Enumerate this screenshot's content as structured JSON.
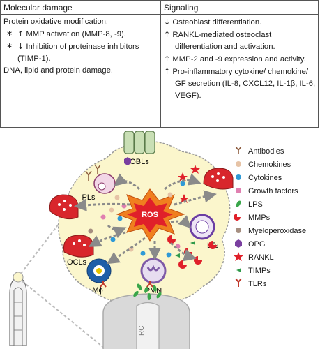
{
  "table": {
    "headers": [
      "Molecular damage",
      "Signaling"
    ],
    "molecular": {
      "line1": "Protein oxidative modification:",
      "item1_star": "∗",
      "item1_arrow": "↑",
      "item1_text": "MMP activation (MMP-8, -9).",
      "item2_star": "∗",
      "item2_arrow": "↓",
      "item2_text": "Inhibition of proteinase inhibitors",
      "item2_text_cont": "(TIMP-1).",
      "line_dna": "DNA, lipid and protein damage."
    },
    "signaling": [
      {
        "arrow": "↓",
        "lines": [
          "Osteoblast differentiation."
        ]
      },
      {
        "arrow": "↑",
        "lines": [
          "RANKL-mediated osteoclast",
          "differentiation and activation."
        ]
      },
      {
        "arrow": "↑",
        "lines": [
          "MMP-2 and -9 expression and activity."
        ]
      },
      {
        "arrow": "↑",
        "lines": [
          "Pro-inflammatory cytokine/ chemokine/",
          "GF secretion (IL-8, CXCL12, IL-1β, IL-6,",
          "VEGF)."
        ]
      }
    ]
  },
  "diagram": {
    "cells": {
      "obls": "OBLs",
      "pls": "PLs",
      "ros": "ROS",
      "lts": "LTs",
      "ocls": "OCLs",
      "mphi": "Mϕ",
      "pmn": "PMN",
      "rc": "RC"
    },
    "colors": {
      "lesion_fill": "#fbf6cc",
      "lesion_stroke": "#9a9a9a",
      "ros_outer": "#f07f1f",
      "ros_inner": "#e0202a",
      "osteoclast": "#d8262c",
      "osteoblast": "#c9dfb5",
      "lymphocyte": "#6b3ea3",
      "macrophage": "#1f5ea8",
      "pmn": "#7e5aa6",
      "arrow": "#8a8a8a"
    },
    "legend": [
      {
        "label": "Antibodies",
        "icon": "antibody-icon",
        "color": "#8b5a3c"
      },
      {
        "label": "Chemokines",
        "icon": "dot-icon",
        "color": "#e6c3a6"
      },
      {
        "label": "Cytokines",
        "icon": "dot-icon",
        "color": "#2f9ad6"
      },
      {
        "label": "Growth factors",
        "icon": "dot-icon",
        "color": "#e07fb0"
      },
      {
        "label": "LPS",
        "icon": "leaf-icon",
        "color": "#3aa64a"
      },
      {
        "label": "MMPs",
        "icon": "pacman-icon",
        "color": "#e0202a"
      },
      {
        "label": "Myeloperoxidase",
        "icon": "dot-icon",
        "color": "#a68f81"
      },
      {
        "label": "OPG",
        "icon": "hexagon-icon",
        "color": "#7a3fa0"
      },
      {
        "label": "RANKL",
        "icon": "star-icon",
        "color": "#e0202a"
      },
      {
        "label": "TIMPs",
        "icon": "wedge-icon",
        "color": "#2f9a4a"
      },
      {
        "label": "TLRs",
        "icon": "receptor-icon",
        "color": "#c0392b"
      }
    ]
  }
}
